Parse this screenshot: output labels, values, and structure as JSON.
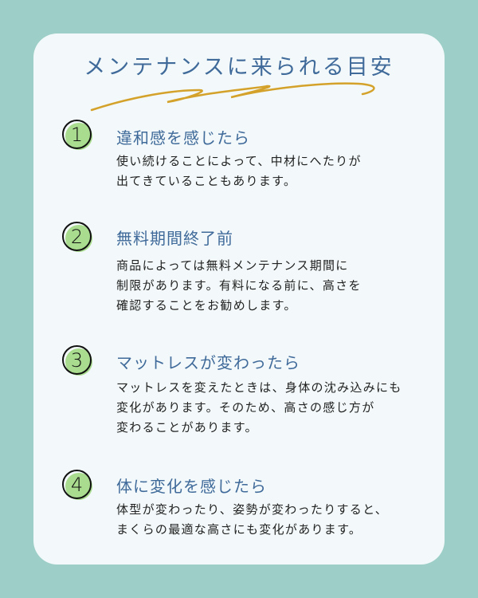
{
  "title": "メンテナンスに来られる目安",
  "colors": {
    "background": "#9dcfc8",
    "card": "#f3f9fa",
    "heading": "#3f6a9a",
    "badge": "#a9dc8e",
    "swoosh": "#d4a22a"
  },
  "items": [
    {
      "number": "1",
      "heading": "違和感を感じたら",
      "lines": [
        "使い続けることによって、中材にへたりが",
        "出てきていることもあります。"
      ]
    },
    {
      "number": "2",
      "heading": "無料期間終了前",
      "lines": [
        "商品によっては無料メンテナンス期間に",
        "制限があります。有料になる前に、高さを",
        "確認することをお勧めします。"
      ]
    },
    {
      "number": "3",
      "heading": "マットレスが変わったら",
      "lines": [
        "マットレスを変えたときは、身体の沈み込みにも",
        "変化があります。そのため、高さの感じ方が",
        "変わることがあります。"
      ]
    },
    {
      "number": "4",
      "heading": "体に変化を感じたら",
      "lines": [
        "体型が変わったり、姿勢が変わったりすると、",
        "まくらの最適な高さにも変化があります。"
      ]
    }
  ]
}
